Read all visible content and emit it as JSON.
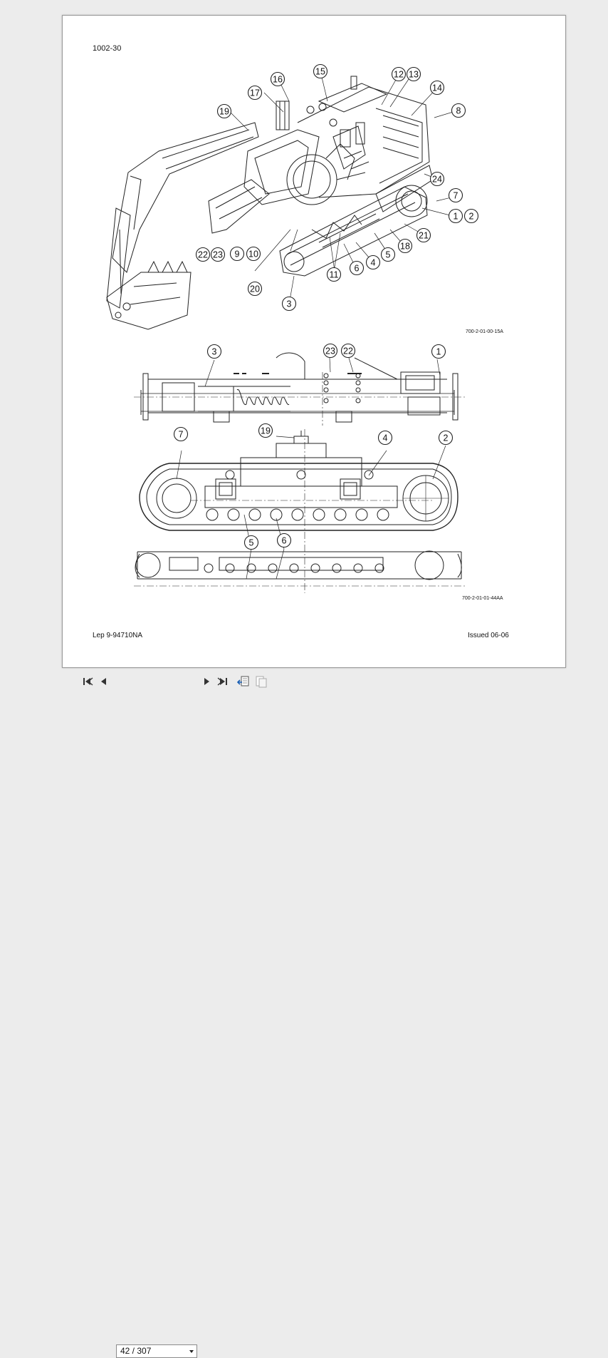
{
  "document": {
    "page_code": "1002-30",
    "footer_left": "Lep 9-94710NA",
    "footer_right": "Issued 06-06",
    "figure_ref_top": "700-2-01-00-15A",
    "figure_ref_bottom": "700-2-01-01-44AA"
  },
  "callouts_top": [
    "16",
    "15",
    "12",
    "13",
    "17",
    "14",
    "19",
    "8",
    "24",
    "7",
    "1",
    "2",
    "21",
    "18",
    "5",
    "4",
    "6",
    "11",
    "20",
    "22",
    "23",
    "9",
    "10",
    "3"
  ],
  "callouts_middle": [
    "3",
    "23",
    "22",
    "1"
  ],
  "callouts_bottom": [
    "19",
    "7",
    "4",
    "2",
    "5",
    "6"
  ],
  "toolbar": {
    "page_indicator": "42 / 307",
    "icons": [
      "first-page-icon",
      "previous-page-icon",
      "next-page-icon",
      "last-page-icon",
      "go-back-icon",
      "go-forward-icon"
    ]
  }
}
